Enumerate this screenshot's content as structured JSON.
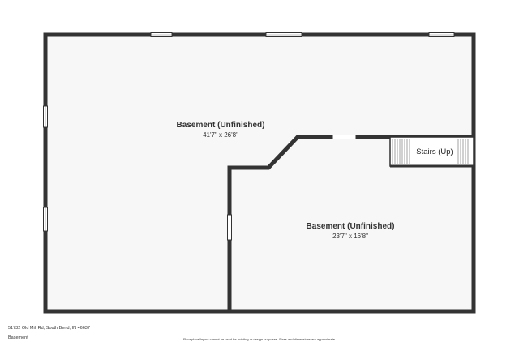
{
  "rooms": {
    "upper": {
      "name": "Basement (Unfinished)",
      "dimensions": "41'7\" x 26'8\""
    },
    "lower": {
      "name": "Basement (Unfinished)",
      "dimensions": "23'7\" x 16'8\""
    },
    "stairs": {
      "name": "Stairs (Up)"
    }
  },
  "footer": {
    "address": "51732 Old Mill Rd, South Bend, IN 46637",
    "floor": "Basement",
    "disclaimer": "Floor plans/layout cannot be used for building or design purposes. Sizes and dimensions are approximate."
  },
  "colors": {
    "wall": "#333333",
    "floor": "#f7f7f7",
    "window": "#ffffff"
  }
}
